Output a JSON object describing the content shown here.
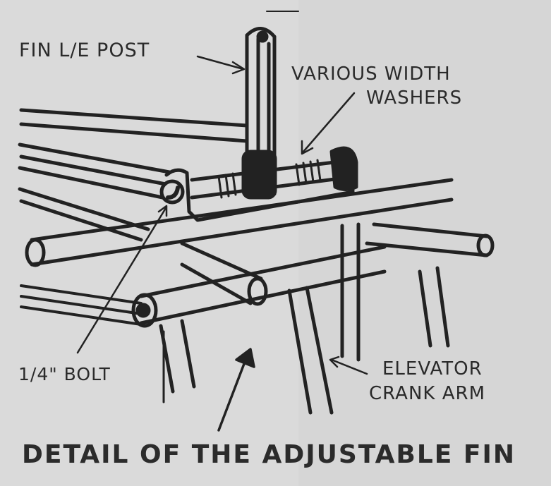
{
  "figure": {
    "caption": "DETAIL OF THE ADJUSTABLE FIN",
    "callouts": {
      "fin_post": "FIN L/E POST",
      "washers_line1": "VARIOUS WIDTH",
      "washers_line2": "WASHERS",
      "bolt": "1/4\" BOLT",
      "crank_line1": "ELEVATOR",
      "crank_line2": "CRANK ARM"
    },
    "colors": {
      "ink": "#222222",
      "paper": "#dadada"
    }
  }
}
